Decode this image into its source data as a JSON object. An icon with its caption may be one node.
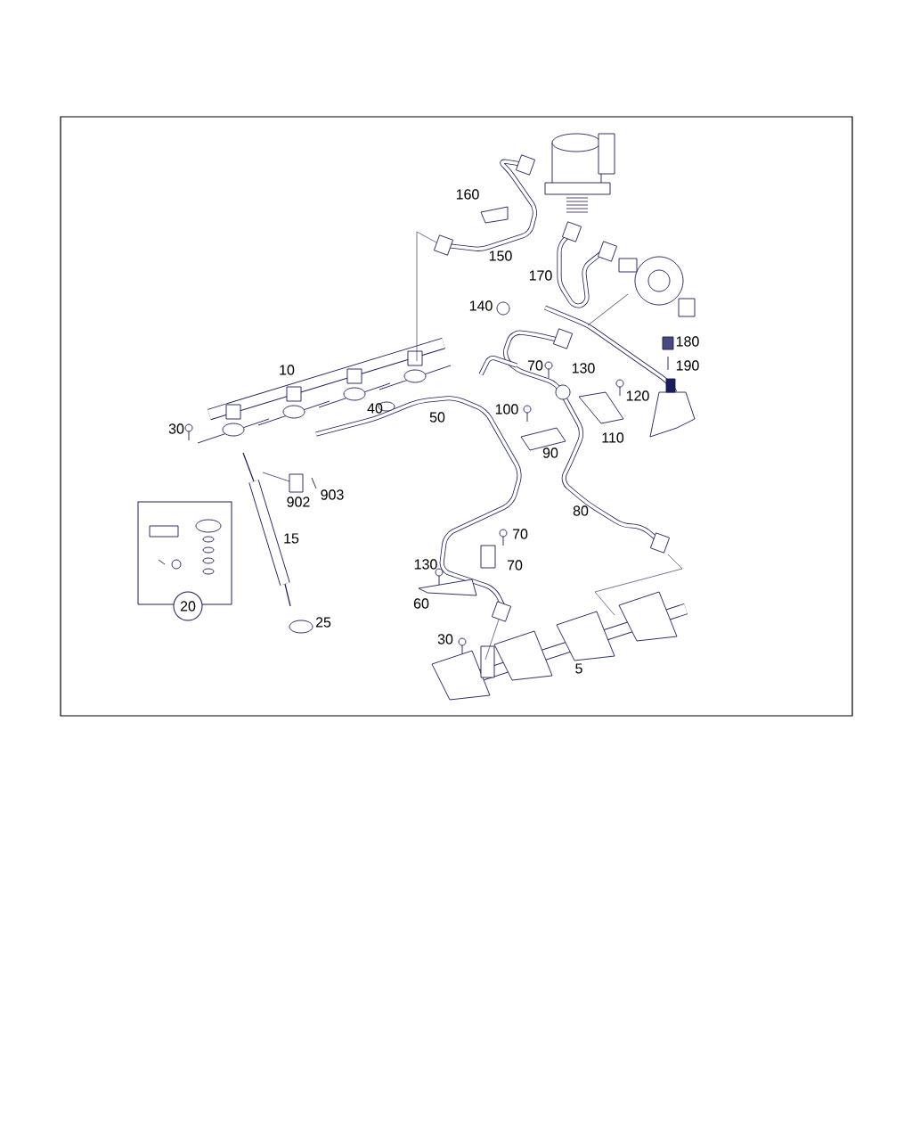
{
  "diagram": {
    "nodes": [
      {
        "text": [
          "20"
        ]
      }
    ],
    "labels": [
      "160",
      "150",
      "170",
      "140",
      "180",
      "10",
      "70",
      "130",
      "190",
      "120",
      "100",
      "40",
      "50",
      "30",
      "110",
      "90",
      "903",
      "902",
      "80",
      "70",
      "15",
      "70",
      "130",
      "60",
      "25",
      "30",
      "5"
    ]
  }
}
